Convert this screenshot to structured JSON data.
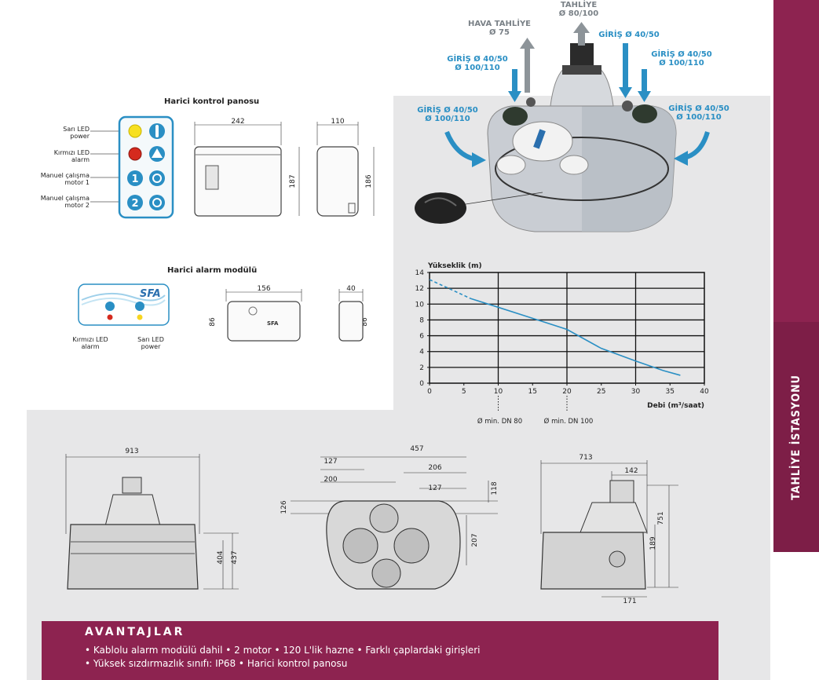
{
  "sidebar": {
    "title": "TAHLİYE İSTASYONU"
  },
  "control_panel": {
    "title": "Harici kontrol panosu",
    "labels": [
      {
        "line1": "Sarı LED",
        "line2": "power"
      },
      {
        "line1": "Kırmızı LED",
        "line2": "alarm"
      },
      {
        "line1": "Manuel çalışma",
        "line2": "motor 1"
      },
      {
        "line1": "Manuel çalışma",
        "line2": "motor 2"
      }
    ],
    "buttons": [
      "1",
      "2"
    ],
    "dims": {
      "width": "242",
      "height": "187",
      "depth": "110",
      "side_height": "186"
    }
  },
  "alarm_module": {
    "title": "Harici alarm modülü",
    "brand": "SFA",
    "red_label": {
      "line1": "Kırmızı LED",
      "line2": "alarm"
    },
    "yellow_label": {
      "line1": "Sarı LED",
      "line2": "power"
    },
    "dims": {
      "width": "156",
      "height": "86",
      "depth": "40",
      "side_height": "86"
    }
  },
  "product_callouts": {
    "hava": {
      "line1": "HAVA TAHLİYE",
      "line2": "Ø 75"
    },
    "tahliye": {
      "line1": "TAHLİYE",
      "line2": "Ø 80/100"
    },
    "giris_top_mid": {
      "line1": "GİRİŞ Ø 40/50"
    },
    "giris_top_left": {
      "line1": "GİRİŞ Ø 40/50",
      "line2": "Ø 100/110"
    },
    "giris_top_right": {
      "line1": "GİRİŞ Ø 40/50",
      "line2": "Ø 100/110"
    },
    "giris_left": {
      "line1": "GİRİŞ Ø 40/50",
      "line2": "Ø 100/110"
    },
    "giris_right": {
      "line1": "GİRİŞ Ø 40/50",
      "line2": "Ø 100/110"
    }
  },
  "colors": {
    "brand": "#8d2350",
    "accent": "#2a8fc4",
    "grey_bg": "#e7e7e8"
  },
  "chart_data": {
    "type": "line",
    "ylabel": "Yükseklik (m)",
    "xlabel": "Debi (m³/saat)",
    "xlim": [
      0,
      40
    ],
    "ylim": [
      0,
      14
    ],
    "x_ticks": [
      "0",
      "5",
      "10",
      "15",
      "20",
      "25",
      "30",
      "35",
      "40"
    ],
    "y_ticks": [
      "0",
      "2",
      "4",
      "6",
      "8",
      "10",
      "12",
      "14"
    ],
    "grid": true,
    "series": [
      {
        "dashed_points": [
          [
            0,
            13.1
          ],
          [
            3,
            11.9
          ],
          [
            6,
            10.7
          ]
        ],
        "points": [
          [
            6,
            10.7
          ],
          [
            10,
            9.6
          ],
          [
            15,
            8.2
          ],
          [
            20,
            6.8
          ],
          [
            25,
            4.4
          ],
          [
            30,
            2.8
          ],
          [
            34,
            1.6
          ],
          [
            36.5,
            1.0
          ]
        ]
      }
    ],
    "annotations": [
      {
        "x": 10,
        "text": "Ø min. DN 80"
      },
      {
        "x": 20,
        "text": "Ø min. DN 100"
      }
    ]
  },
  "drawings": {
    "front": {
      "width": "913",
      "h1": "404",
      "h2": "437"
    },
    "top": {
      "d457": "457",
      "d127a": "127",
      "d206": "206",
      "d200": "200",
      "d127b": "127",
      "d126": "126",
      "d118": "118",
      "d207": "207"
    },
    "side": {
      "d713": "713",
      "d142": "142",
      "d751": "751",
      "d189": "189",
      "d171": "171"
    }
  },
  "advantages": {
    "title": "AVANTAJLAR",
    "line1": "• Kablolu alarm modülü dahil  • 2 motor • 120 L'lik hazne • Farklı çaplardaki girişleri",
    "line2": "• Yüksek sızdırmazlık sınıfı: IP68  • Harici kontrol panosu"
  }
}
